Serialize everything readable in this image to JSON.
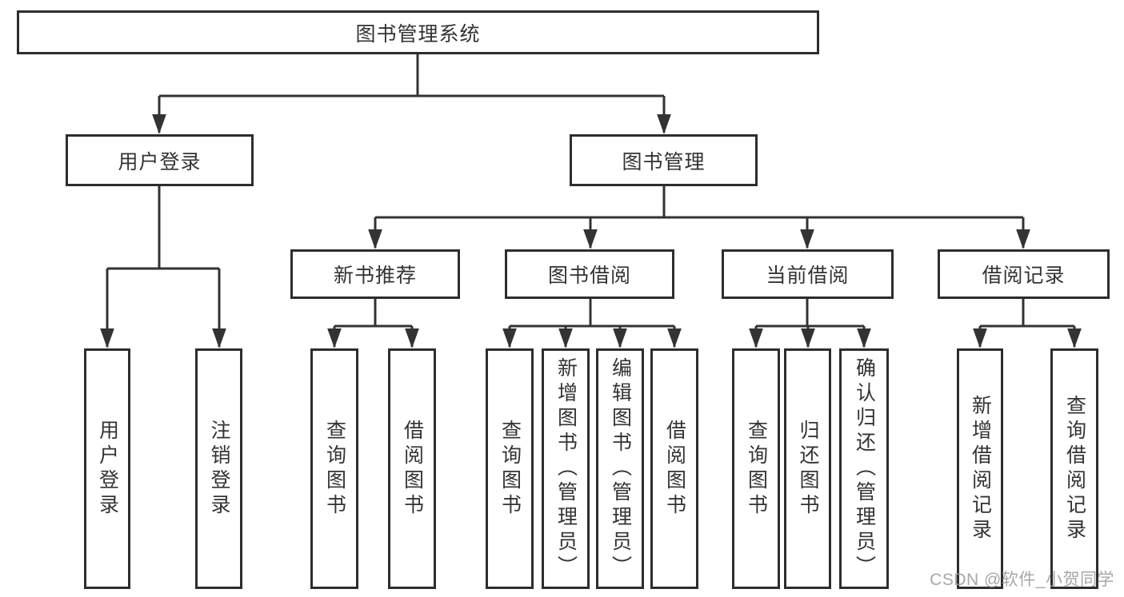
{
  "diagram_title": "图书管理系统",
  "tree": {
    "root": {
      "label": "图书管理系统"
    },
    "branches": [
      {
        "label": "用户登录",
        "children": [
          {
            "label": "用户登录"
          },
          {
            "label": "注销登录"
          }
        ]
      },
      {
        "label": "图书管理",
        "children": [
          {
            "label": "新书推荐",
            "children": [
              {
                "label": "查询图书"
              },
              {
                "label": "借阅图书"
              }
            ]
          },
          {
            "label": "图书借阅",
            "children": [
              {
                "label": "查询图书"
              },
              {
                "label": "新增图书（管理员）"
              },
              {
                "label": "编辑图书（管理员）"
              },
              {
                "label": "借阅图书"
              }
            ]
          },
          {
            "label": "当前借阅",
            "children": [
              {
                "label": "查询图书"
              },
              {
                "label": "归还图书"
              },
              {
                "label": "确认归还（管理员）"
              }
            ]
          },
          {
            "label": "借阅记录",
            "children": [
              {
                "label": "新增借阅记录"
              },
              {
                "label": "查询借阅记录"
              }
            ]
          }
        ]
      }
    ]
  },
  "watermark": {
    "text": "CSDN @软件_小贺同学"
  },
  "colors": {
    "background": "#ffffff",
    "box_border": "#2d2d2d",
    "line": "#333333",
    "text": "#333333",
    "watermark": "#9b9b9b"
  }
}
